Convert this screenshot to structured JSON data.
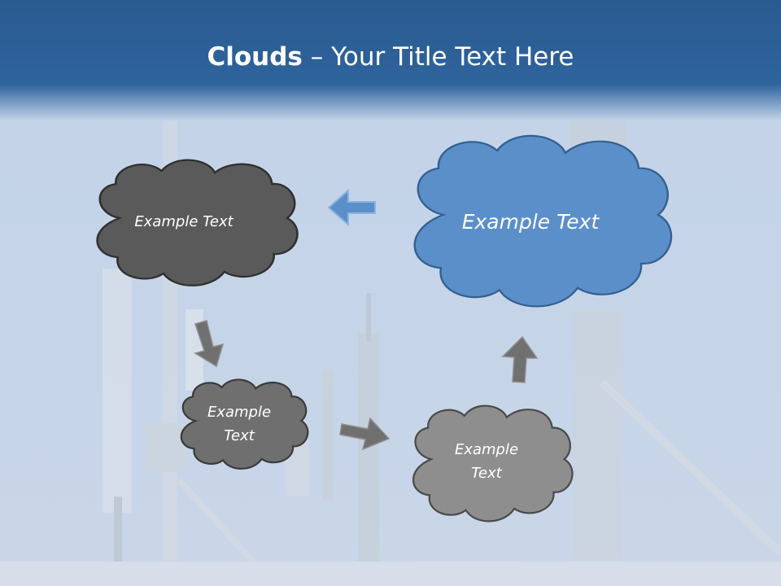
{
  "slide": {
    "title_bold": "Clouds",
    "title_rest": " – Your Title Text Here",
    "colors": {
      "header": "#2d5f97",
      "sky": "#c3d3e9",
      "cloud_dark": "#5a5a5a",
      "cloud_blue": "#5b8fc9",
      "cloud_mid": "#6f6f6f",
      "cloud_light": "#8e8e8e",
      "arrow_blue": "#5b8fc9",
      "arrow_gray": "#707070"
    }
  },
  "clouds": [
    {
      "label": "Example Text"
    },
    {
      "label": "Example Text"
    },
    {
      "line1": "Example",
      "line2": "Text"
    },
    {
      "line1": "Example",
      "line2": "Text"
    }
  ],
  "arrows": [
    {
      "icon": "arrow-left-icon"
    },
    {
      "icon": "arrow-down-right-icon"
    },
    {
      "icon": "arrow-right-icon"
    },
    {
      "icon": "arrow-up-icon"
    }
  ]
}
